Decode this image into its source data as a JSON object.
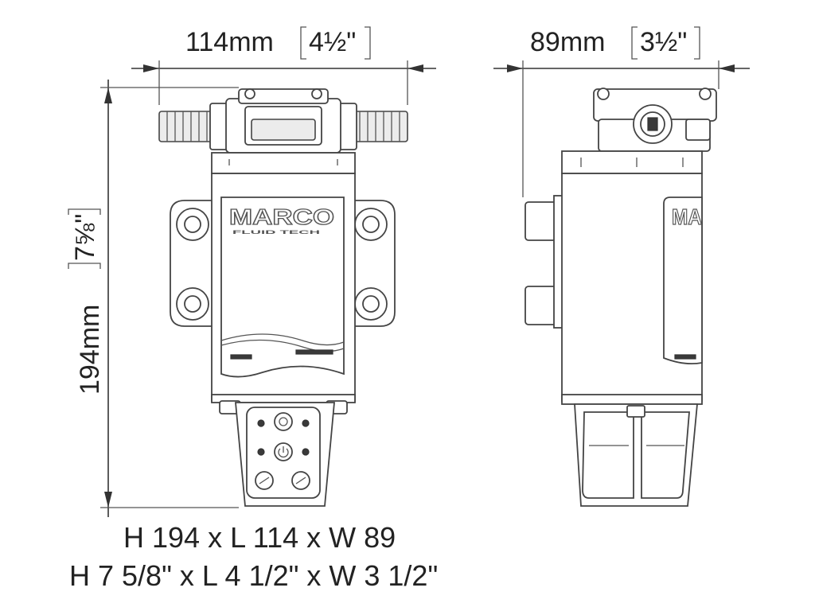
{
  "dimensions": {
    "width_front": {
      "value": "114mm",
      "inch": "4½\""
    },
    "width_side": {
      "value": "89mm",
      "inch": "3½\""
    },
    "height": {
      "value": "194mm",
      "inch": "7⅝\""
    }
  },
  "logo": {
    "brand": "MARCO",
    "sub": "FLUID TECH"
  },
  "caption": {
    "metric": "H 194 x L 114 x W 89",
    "imperial": "H 7 5/8\" x L 4 1/2\" x W 3 1/2\""
  }
}
